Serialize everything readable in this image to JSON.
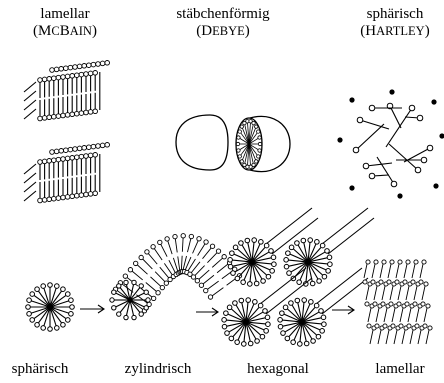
{
  "top": {
    "lamellar": {
      "name": "lamellar",
      "author_first": "M",
      "author_mid": "C",
      "author_rest_first": "B",
      "author_rest": "AIN"
    },
    "rod": {
      "name": "stäbchenförmig",
      "author_first": "D",
      "author_rest": "EBYE"
    },
    "sphere": {
      "name": "sphärisch",
      "author_first": "H",
      "author_rest": "ARTLEY"
    }
  },
  "bottom": {
    "labels": [
      "sphärisch",
      "zylindrisch",
      "hexagonal",
      "lamellar"
    ]
  }
}
